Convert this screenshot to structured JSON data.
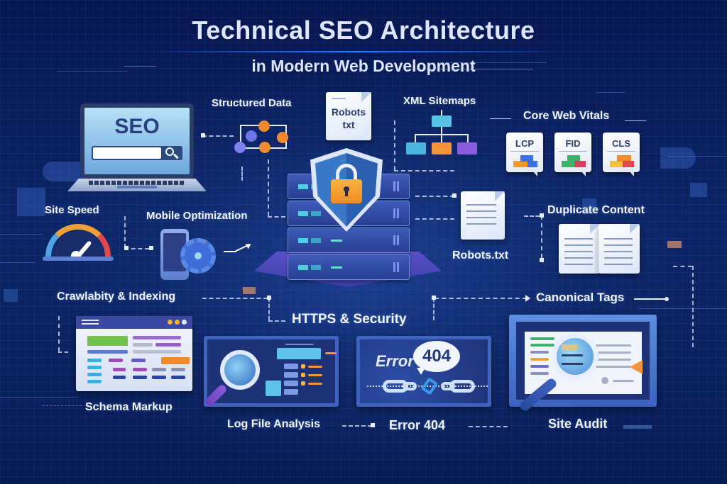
{
  "header": {
    "title": "Technical SEO Architecture",
    "subtitle": "in Modern Web Development"
  },
  "nodes": {
    "seo_laptop": {
      "screen_text": "SEO"
    },
    "structured_data": {
      "label": "Structured Data"
    },
    "robots_doc": {
      "line1": "Robots",
      "line2": "txt"
    },
    "xml_sitemaps": {
      "label": "XML Sitemaps"
    },
    "core_web_vitals": {
      "label": "Core Web Vitals",
      "metrics": [
        "LCP",
        "FID",
        "CLS"
      ]
    },
    "site_speed": {
      "label": "Site Speed"
    },
    "mobile_optimization": {
      "label": "Mobile Optimization"
    },
    "robots_txt": {
      "label": "Robots.txt"
    },
    "duplicate_content": {
      "label": "Duplicate Content"
    },
    "crawlability": {
      "label": "Crawlabity & Indexing"
    },
    "canonical_tags": {
      "label": "Canonical Tags"
    },
    "https_security": {
      "label": "HTTPS & Security"
    },
    "schema_markup": {
      "label": "Schema Markup"
    },
    "log_file_analysis": {
      "label": "Log File Analysis"
    },
    "error_404": {
      "label": "Error 404",
      "panel_text": "Error",
      "bubble_text": "404"
    },
    "site_audit": {
      "label": "Site Audit"
    }
  },
  "colors": {
    "background": "#0b2260",
    "accent_blue": "#3e5bb8",
    "orange": "#f5943a",
    "purple": "#8a5ce0",
    "cyan": "#4fc3e8",
    "white_text": "#f3f6ff"
  },
  "icons": [
    "laptop-icon",
    "search-icon",
    "network-graph-icon",
    "document-icon",
    "sitemap-tree-icon",
    "speedometer-icon",
    "smartphone-icon",
    "gear-icon",
    "shield-lock-icon",
    "server-stack-icon",
    "duplicate-documents-icon",
    "browser-window-icon",
    "magnifier-icon",
    "broken-link-icon",
    "speech-bubble-icon"
  ]
}
